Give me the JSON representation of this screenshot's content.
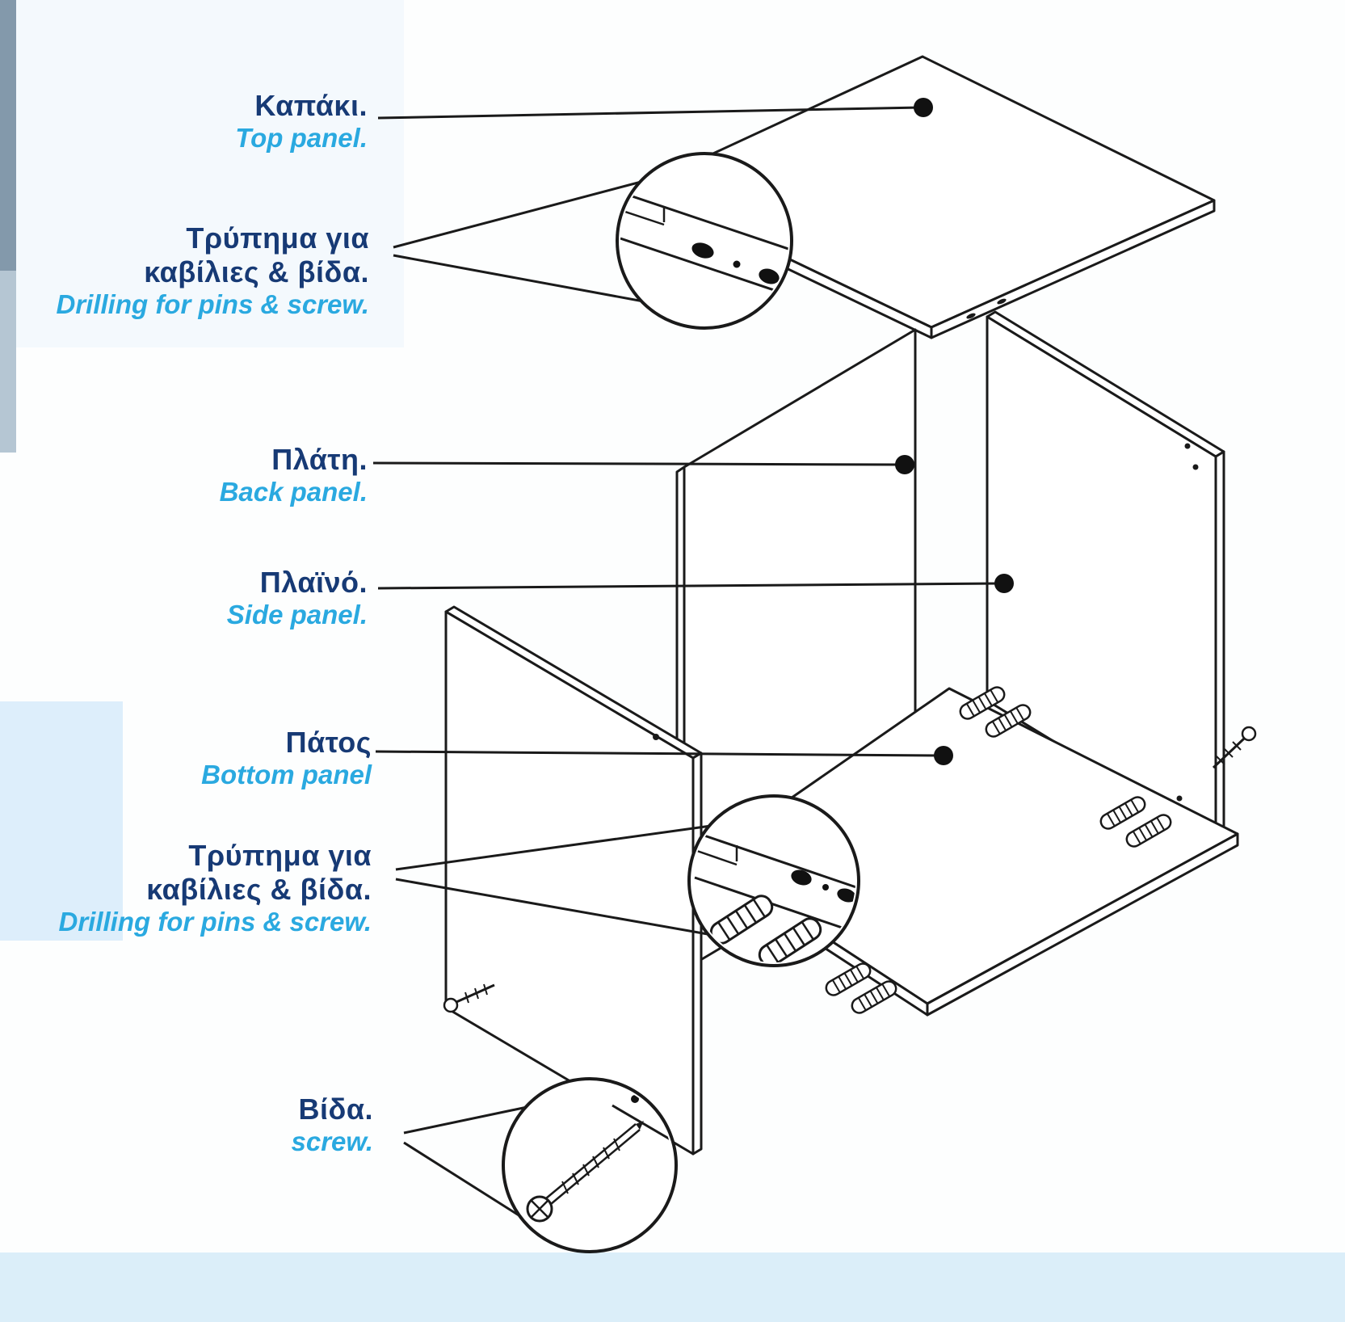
{
  "labels": {
    "top_panel": {
      "greek": "Καπάκι.",
      "english": "Top panel."
    },
    "drilling_top": {
      "greek_line1": "Τρύπημα για",
      "greek_line2": "καβίλιες & βίδα.",
      "english": "Drilling for pins & screw."
    },
    "back_panel": {
      "greek": "Πλάτη.",
      "english": "Back panel."
    },
    "side_panel": {
      "greek": "Πλαϊνό.",
      "english": "Side panel."
    },
    "bottom_panel": {
      "greek": "Πάτος",
      "english": "Bottom panel"
    },
    "drilling_bottom": {
      "greek_line1": "Τρύπημα για",
      "greek_line2": "καβίλιες & βίδα.",
      "english": "Drilling for pins & screw."
    },
    "screw": {
      "greek": "Βίδα.",
      "english": "screw."
    }
  },
  "colors": {
    "greek_text": "#173a75",
    "english_text": "#2aa9e0",
    "line_art": "#1a1a1a",
    "page_tint": "#dbeef9",
    "left_strip": "#8399ab"
  },
  "diagram_parts": [
    "top-panel",
    "back-panel",
    "side-panel-right",
    "side-panel-left",
    "bottom-panel",
    "dowel-pins",
    "screws",
    "magnifier-drilling-top",
    "magnifier-drilling-bottom",
    "magnifier-screw"
  ]
}
